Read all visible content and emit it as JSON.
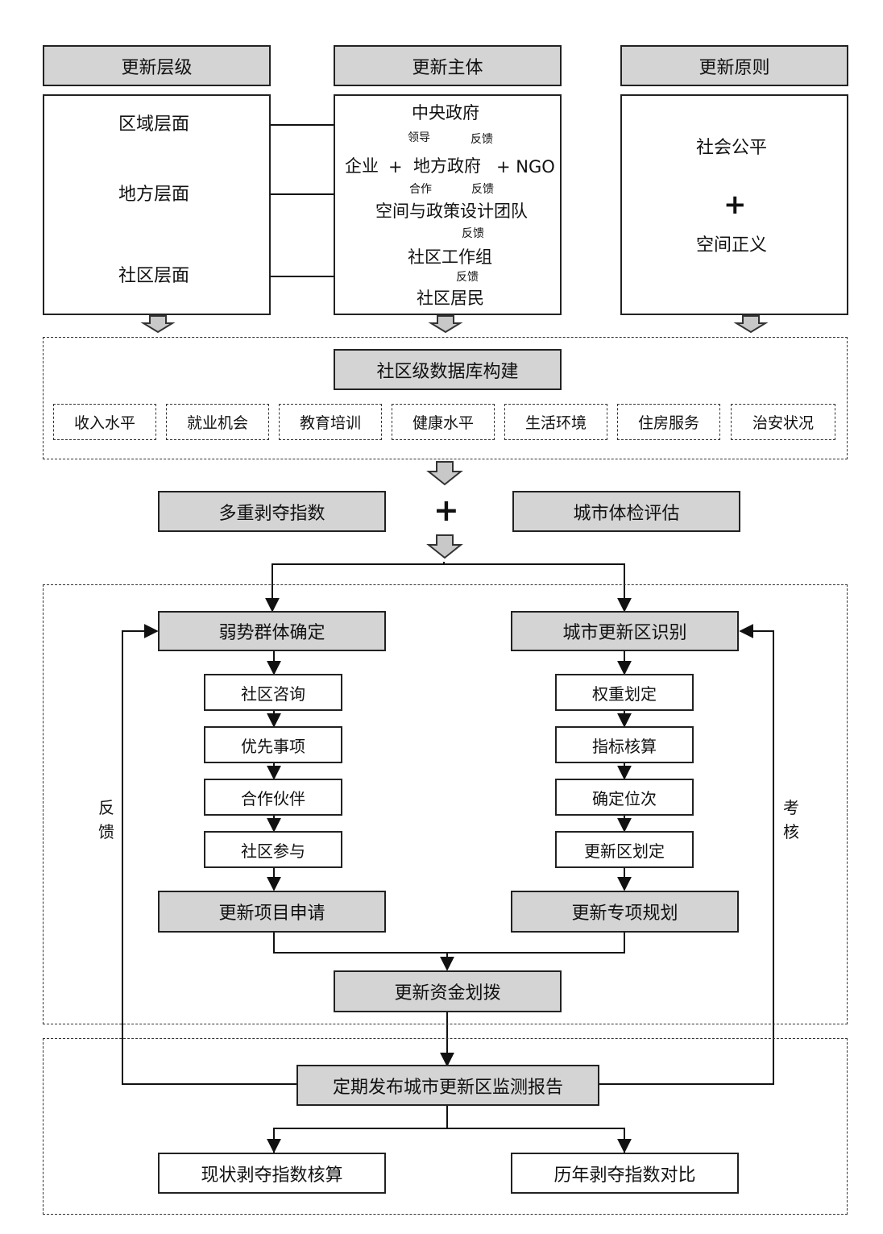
{
  "columns": {
    "levels": {
      "header": "更新层级",
      "items": [
        "区域层面",
        "地方层面",
        "社区层面"
      ]
    },
    "subjects": {
      "header": "更新主体",
      "central_gov": "中央政府",
      "lead": "领导",
      "feedback": "反馈",
      "enterprise": "企业",
      "plus": "+",
      "local_gov": "地方政府",
      "ngo": "+ NGO",
      "cooperate": "合作",
      "design_team": "空间与政策设计团队",
      "work_group": "社区工作组",
      "residents": "社区居民"
    },
    "principles": {
      "header": "更新原则",
      "fairness": "社会公平",
      "plus": "+",
      "justice": "空间正义"
    }
  },
  "database": {
    "title": "社区级数据库构建",
    "items": [
      "收入水平",
      "就业机会",
      "教育培训",
      "健康水平",
      "生活环境",
      "住房服务",
      "治安状况"
    ]
  },
  "indices": {
    "deprivation": "多重剥夺指数",
    "plus": "+",
    "checkup": "城市体检评估"
  },
  "left_flow": {
    "title": "弱势群体确定",
    "steps": [
      "社区咨询",
      "优先事项",
      "合作伙伴",
      "社区参与"
    ],
    "result": "更新项目申请"
  },
  "right_flow": {
    "title": "城市更新区识别",
    "steps": [
      "权重划定",
      "指标核算",
      "确定位次",
      "更新区划定"
    ],
    "result": "更新专项规划"
  },
  "funding": "更新资金划拨",
  "report": "定期发布城市更新区监测报告",
  "feedback_label": [
    "反",
    "馈"
  ],
  "assess_label": [
    "考",
    "核"
  ],
  "outputs": {
    "current": "现状剥夺指数核算",
    "historic": "历年剥夺指数对比"
  }
}
